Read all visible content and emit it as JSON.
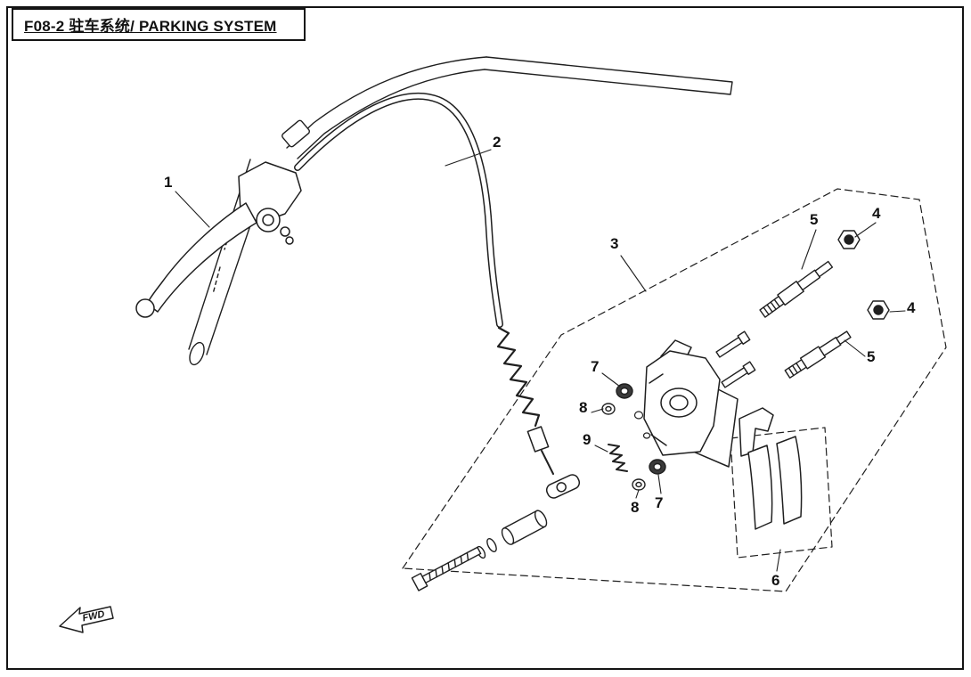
{
  "title": "F08-2 驻车系统/ PARKING SYSTEM",
  "fwd_label": "FWD",
  "callouts": [
    {
      "part": "1"
    },
    {
      "part": "2"
    },
    {
      "part": "3"
    },
    {
      "part": "5"
    },
    {
      "part": "4"
    },
    {
      "part": "4"
    },
    {
      "part": "5"
    },
    {
      "part": "7"
    },
    {
      "part": "8"
    },
    {
      "part": "9"
    },
    {
      "part": "8"
    },
    {
      "part": "7"
    },
    {
      "part": "6"
    }
  ]
}
